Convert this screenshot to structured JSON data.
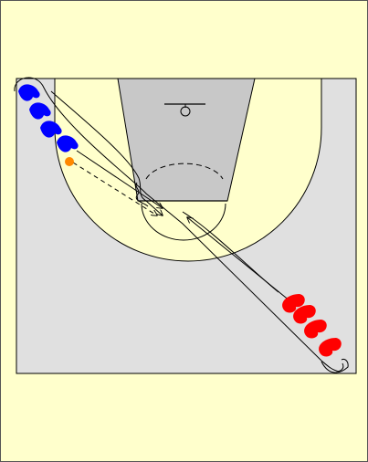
{
  "diagram": {
    "type": "basketball-half-court-drill",
    "colors": {
      "background": "#ffffcc",
      "court": "#e0e0e0",
      "key_area": "#c8c8c8",
      "three_point_area": "#ffffcc",
      "team_blue": "#0000ff",
      "team_red": "#ff0000",
      "ball": "#ff8800",
      "lines": "#000000"
    },
    "players": {
      "blue_count": 4,
      "red_count": 4
    },
    "ball": "basketball"
  }
}
